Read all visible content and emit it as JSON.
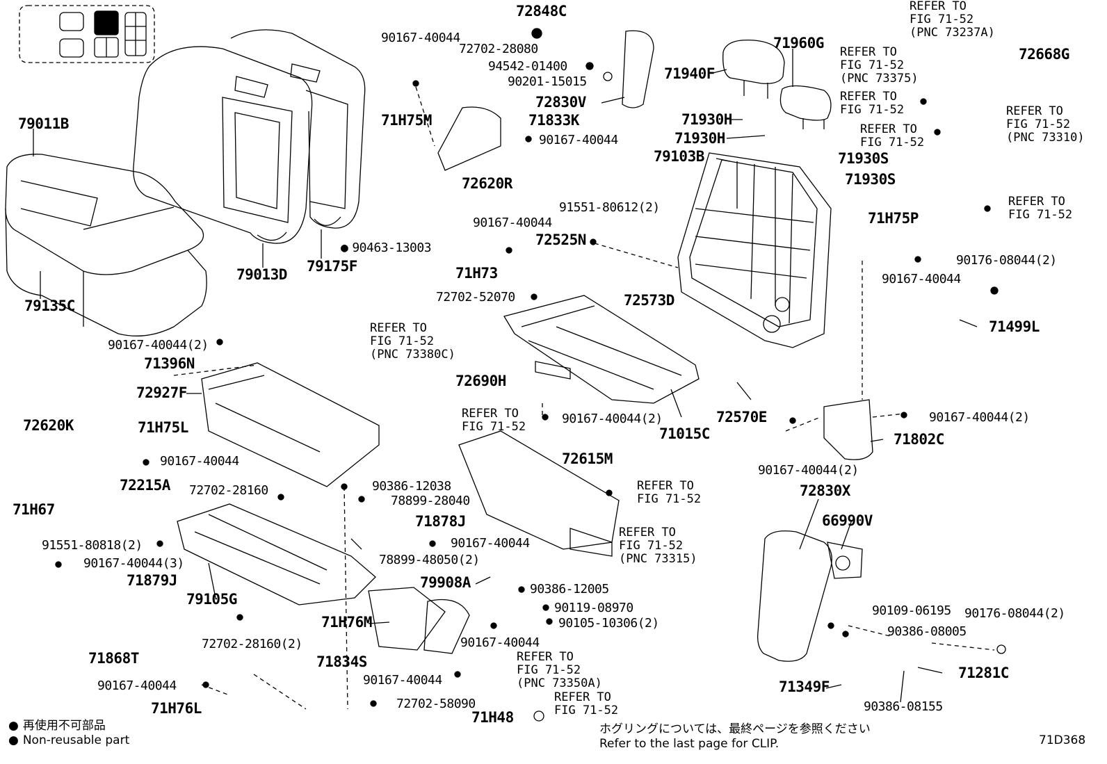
{
  "figure_code": "71D368",
  "legend": {
    "jp": "再使用不可部品",
    "en": "Non-reusable part"
  },
  "clip_note": {
    "jp": "ホグリングについては、最終ページを参照ください",
    "en": "Refer to the last page for CLIP."
  },
  "parts": {
    "p72848C": "72848C",
    "p90167_40044_a": "90167-40044",
    "p72702_28080": "72702-28080",
    "p94542_01400": "94542-01400",
    "p90201_15015": "90201-15015",
    "p72830V": "72830V",
    "p71H75M": "71H75M",
    "p71833K": "71833K",
    "p90167_40044_b": "90167-40044",
    "p72620R": "72620R",
    "p90463_13003": "90463-13003",
    "p90167_40044_c": "90167-40044",
    "p72525N": "72525N",
    "p71H73": "71H73",
    "p91551_80612": "91551-80612(2)",
    "p72573D": "72573D",
    "p72702_52070": "72702-52070",
    "p71940F": "71940F",
    "p71960G": "71960G",
    "p71930H_a": "71930H",
    "p71930H_b": "71930H",
    "p71930S_a": "71930S",
    "p71930S_b": "71930S",
    "p79103B": "79103B",
    "p72668G": "72668G",
    "p71H75P": "71H75P",
    "p90167_40044_d": "90167-40044",
    "p90176_08044_a": "90176-08044(2)",
    "p71499L": "71499L",
    "p79011B": "79011B",
    "p79013D": "79013D",
    "p79175F": "79175F",
    "p79135C": "79135C",
    "p90167_40044_e": "90167-40044(2)",
    "p71396N": "71396N",
    "p72927F": "72927F",
    "p72620K": "72620K",
    "p71H75L": "71H75L",
    "p90167_40044_f": "90167-40044",
    "p72690H": "72690H",
    "p90167_40044_g": "90167-40044(2)",
    "p71015C": "71015C",
    "p72570E": "72570E",
    "p90167_40044_h": "90167-40044(2)",
    "p71802C": "71802C",
    "p90167_40044_i": "90167-40044(2)",
    "p72615M": "72615M",
    "p72215A": "72215A",
    "p71H67": "71H67",
    "p72702_28160_a": "72702-28160",
    "p90386_12038": "90386-12038",
    "p78899_28040": "78899-28040",
    "p71878J": "71878J",
    "p91551_80818": "91551-80818(2)",
    "p90167_40044_j": "90167-40044(3)",
    "p71879J": "71879J",
    "p90167_40044_k": "90167-40044",
    "p78899_48050": "78899-48050(2)",
    "p79105G": "79105G",
    "p72702_28160_b": "72702-28160(2)",
    "p79908A": "79908A",
    "p90386_12005": "90386-12005",
    "p90119_08970": "90119-08970",
    "p90105_10306": "90105-10306(2)",
    "p71H76M": "71H76M",
    "p90167_40044_l": "90167-40044",
    "p71834S": "71834S",
    "p90167_40044_m": "90167-40044",
    "p71868T": "71868T",
    "p90167_40044_n": "90167-40044",
    "p71H76L": "71H76L",
    "p72702_58090": "72702-58090",
    "p71H48": "71H48",
    "p72830X": "72830X",
    "p66990V": "66990V",
    "p90109_06195": "90109-06195",
    "p90386_08005": "90386-08005",
    "p90176_08044_b": "90176-08044(2)",
    "p71349F": "71349F",
    "p71281C": "71281C",
    "p90386_08155": "90386-08155"
  },
  "refs": {
    "r73237A": "REFER TO\nFIG 71-52\n(PNC 73237A)",
    "r73375": "REFER TO\nFIG 71-52\n(PNC 73375)",
    "r7152a": "REFER TO\nFIG 71-52",
    "r7152b": "REFER TO\nFIG 71-52",
    "r73310": "REFER TO\nFIG 71-52\n(PNC 73310)",
    "r7152c": "REFER TO\nFIG 71-52",
    "r73380C": "REFER TO\nFIG 71-52\n(PNC 73380C)",
    "r7152d": "REFER TO\nFIG 71-52",
    "r7152e": "REFER TO\nFIG 71-52",
    "r73315": "REFER TO\nFIG 71-52\n(PNC 73315)",
    "r73350A": "REFER TO\nFIG 71-52\n(PNC 73350A)",
    "r7152f": "REFER TO\nFIG 71-52"
  }
}
